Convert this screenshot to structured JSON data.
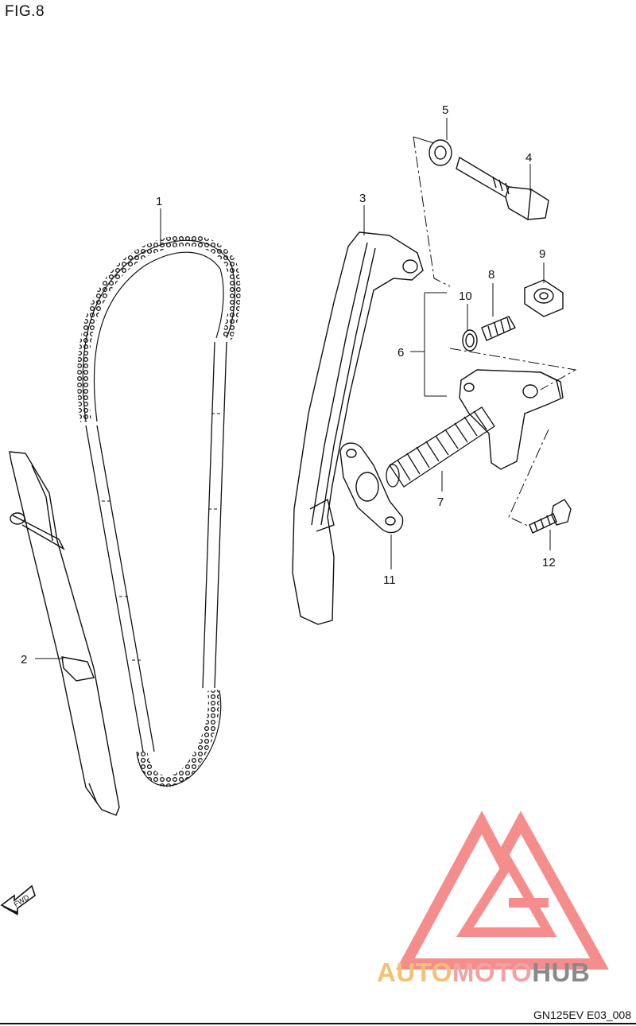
{
  "figure_title": "FIG.8",
  "diagram_code": "GN125EV E03_008",
  "direction_label": "FWD",
  "watermark": {
    "part1": "AUTO",
    "part2": "MOTO",
    "part3": "HUB",
    "colors": {
      "auto": "#f3c174",
      "moto": "#f4a1a1",
      "hub": "#8a8a8a",
      "triangle": "#f47a7a"
    }
  },
  "callouts": [
    {
      "id": "1"
    },
    {
      "id": "2"
    },
    {
      "id": "3"
    },
    {
      "id": "4"
    },
    {
      "id": "5"
    },
    {
      "id": "6"
    },
    {
      "id": "7"
    },
    {
      "id": "8"
    },
    {
      "id": "9"
    },
    {
      "id": "10"
    },
    {
      "id": "11"
    },
    {
      "id": "12"
    }
  ]
}
